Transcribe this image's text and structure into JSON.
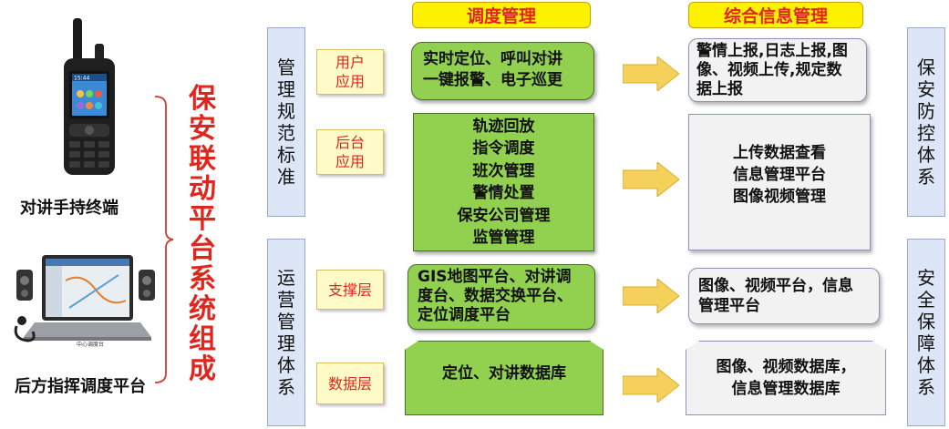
{
  "headers": {
    "dispatch": "调度管理",
    "info": "综合信息管理"
  },
  "left": {
    "terminal_label": "对讲手持终端",
    "platform_label": "后方指挥调度平台",
    "system_title": [
      "保",
      "安",
      "联",
      "动",
      "平",
      "台",
      "系",
      "统",
      "组",
      "成"
    ],
    "phone_time": "15:44",
    "monitor_caption": "中心调度台"
  },
  "columns": {
    "mgmt": [
      "管",
      "理",
      "规",
      "范",
      "标",
      "准"
    ],
    "ops": [
      "运",
      "营",
      "管",
      "理",
      "体",
      "系"
    ],
    "security": [
      "保",
      "安",
      "防",
      "控",
      "体",
      "系"
    ],
    "safety": [
      "安",
      "全",
      "保",
      "障",
      "体",
      "系"
    ]
  },
  "rows": [
    {
      "tag": [
        "用户",
        "应用"
      ],
      "dispatch": [
        "实时定位、呼叫对讲",
        "一键报警、电子巡更"
      ],
      "info": [
        "警情上报,日志上报,图",
        "像、视频上传,规定数",
        "据上报"
      ]
    },
    {
      "tag": [
        "后台",
        "应用"
      ],
      "dispatch": [
        "轨迹回放",
        "指令调度",
        "班次管理",
        "警情处置",
        "保安公司管理",
        "监管管理"
      ],
      "info": [
        "上传数据查看",
        "信息管理平台",
        "图像视频管理"
      ]
    },
    {
      "tag": [
        "支撑层"
      ],
      "dispatch": [
        "GIS地图平台、对讲调",
        "度台、数据交换平台、",
        "定位调度平台"
      ],
      "info": [
        "图像、视频平台，信息",
        "管理平台"
      ]
    },
    {
      "tag": [
        "数据层"
      ],
      "dispatch": [
        "定位、对讲数据库"
      ],
      "info": [
        "图像、视频数据库，",
        "信息管理数据库"
      ]
    }
  ],
  "colors": {
    "green": "#92d050",
    "red": "#e0261c",
    "yellow": "#fff200",
    "blue_panel": "#dde6f6",
    "arrow": "#f5d05a"
  }
}
